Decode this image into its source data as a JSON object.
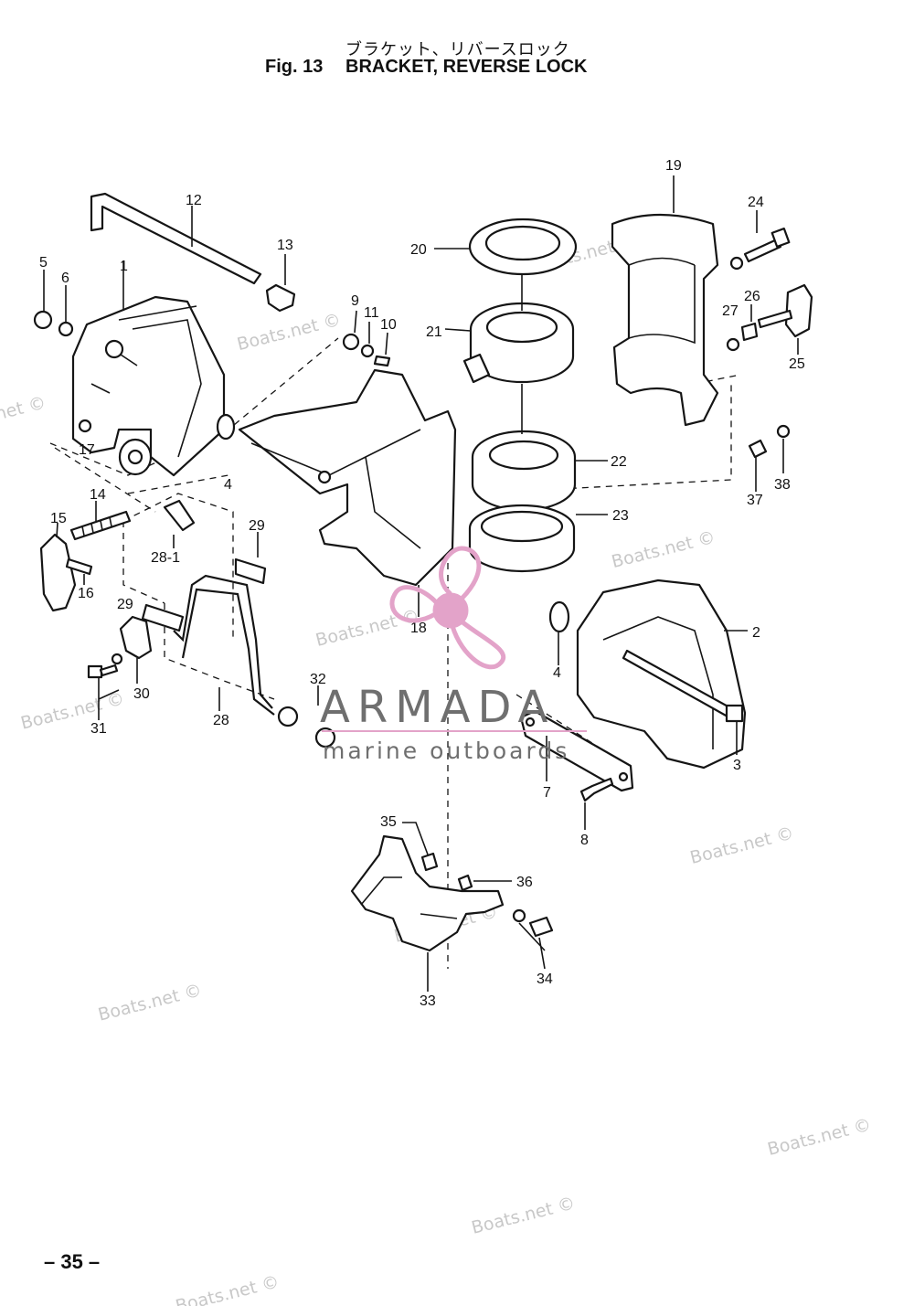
{
  "header": {
    "japanese_title": "ブラケット、リバースロック",
    "fig_label": "Fig. 13",
    "title": "BRACKET, REVERSE LOCK"
  },
  "callouts": [
    {
      "id": "c12",
      "text": "12"
    },
    {
      "id": "c13",
      "text": "13"
    },
    {
      "id": "c5",
      "text": "5"
    },
    {
      "id": "c6",
      "text": "6"
    },
    {
      "id": "c1",
      "text": "1"
    },
    {
      "id": "c9",
      "text": "9"
    },
    {
      "id": "c11",
      "text": "11"
    },
    {
      "id": "c10",
      "text": "10"
    },
    {
      "id": "c20",
      "text": "20"
    },
    {
      "id": "c21",
      "text": "21"
    },
    {
      "id": "c19",
      "text": "19"
    },
    {
      "id": "c24",
      "text": "24"
    },
    {
      "id": "c26",
      "text": "26"
    },
    {
      "id": "c27",
      "text": "27"
    },
    {
      "id": "c25",
      "text": "25"
    },
    {
      "id": "c17",
      "text": "17"
    },
    {
      "id": "c4a",
      "text": "4"
    },
    {
      "id": "c22",
      "text": "22"
    },
    {
      "id": "c23",
      "text": "23"
    },
    {
      "id": "c37",
      "text": "37"
    },
    {
      "id": "c38",
      "text": "38"
    },
    {
      "id": "c14",
      "text": "14"
    },
    {
      "id": "c15",
      "text": "15"
    },
    {
      "id": "c16",
      "text": "16"
    },
    {
      "id": "c28_1",
      "text": "28-1"
    },
    {
      "id": "c29a",
      "text": "29"
    },
    {
      "id": "c29b",
      "text": "29"
    },
    {
      "id": "c18",
      "text": "18"
    },
    {
      "id": "c2",
      "text": "2"
    },
    {
      "id": "c4b",
      "text": "4"
    },
    {
      "id": "c30",
      "text": "30"
    },
    {
      "id": "c31",
      "text": "31"
    },
    {
      "id": "c28",
      "text": "28"
    },
    {
      "id": "c32",
      "text": "32"
    },
    {
      "id": "c3",
      "text": "3"
    },
    {
      "id": "c7",
      "text": "7"
    },
    {
      "id": "c8",
      "text": "8"
    },
    {
      "id": "c35",
      "text": "35"
    },
    {
      "id": "c36",
      "text": "36"
    },
    {
      "id": "c33",
      "text": "33"
    },
    {
      "id": "c34",
      "text": "34"
    }
  ],
  "watermark": {
    "text": "Boats.net ©",
    "logo_name": "ARMADA",
    "logo_tagline": "marine outboards"
  },
  "footer": {
    "page_number": "– 35 –"
  },
  "colors": {
    "ink": "#151515",
    "watermark_gray": "#c8c8c8",
    "logo_pink": "#e3a3c9",
    "logo_gray": "#6f6f6f"
  }
}
